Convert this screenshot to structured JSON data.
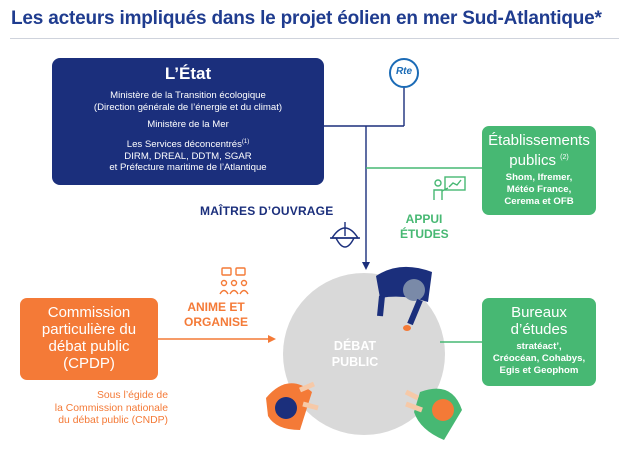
{
  "title": "Les acteurs impliqués dans le projet éolien en mer Sud-Atlantique*",
  "state": {
    "title": "L’État",
    "line1": "Ministère de la Transition écologique",
    "line2": "(Direction générale de l’énergie et du climat)",
    "line3": "Ministère de la Mer",
    "line4": "Les Services déconcentrés",
    "line4_sup": "(1)",
    "line5": "DIRM, DREAL, DDTM, SGAR",
    "line6": "et Préfecture maritime de l’Atlantique"
  },
  "rte_logo": "Rte",
  "public_establishments": {
    "title_line1": "Établissements",
    "title_line2": "publics",
    "title_sup": "(2)",
    "line1": "Shom, Ifremer,",
    "line2": "Météo France,",
    "line3": "Cerema et OFB"
  },
  "design_offices": {
    "title_line1": "Bureaux",
    "title_line2": "d’études",
    "line1": "stratéact’,",
    "line2": "Créocéan, Cohabys,",
    "line3": "Egis et Geophom"
  },
  "cpdp": {
    "line1": "Commission",
    "line2": "particulière du",
    "line3": "débat public",
    "line4": "(CPDP)"
  },
  "cndp_note": {
    "line1": "Sous l’égide de",
    "line2": "la Commission nationale",
    "line3": "du débat public (CNDP)"
  },
  "labels": {
    "maitres_ouvrage": "MAÎTRES D’OUVRAGE",
    "appui_1": "APPUI",
    "appui_2": "ÉTUDES",
    "anime_1": "ANIME ET",
    "anime_2": "ORGANISE",
    "debat_1": "DÉBAT",
    "debat_2": "PUBLIC"
  },
  "colors": {
    "navy": "#1b2f7c",
    "green": "#47b873",
    "orange": "#f47a37",
    "table_grey": "#d9d9d9"
  }
}
